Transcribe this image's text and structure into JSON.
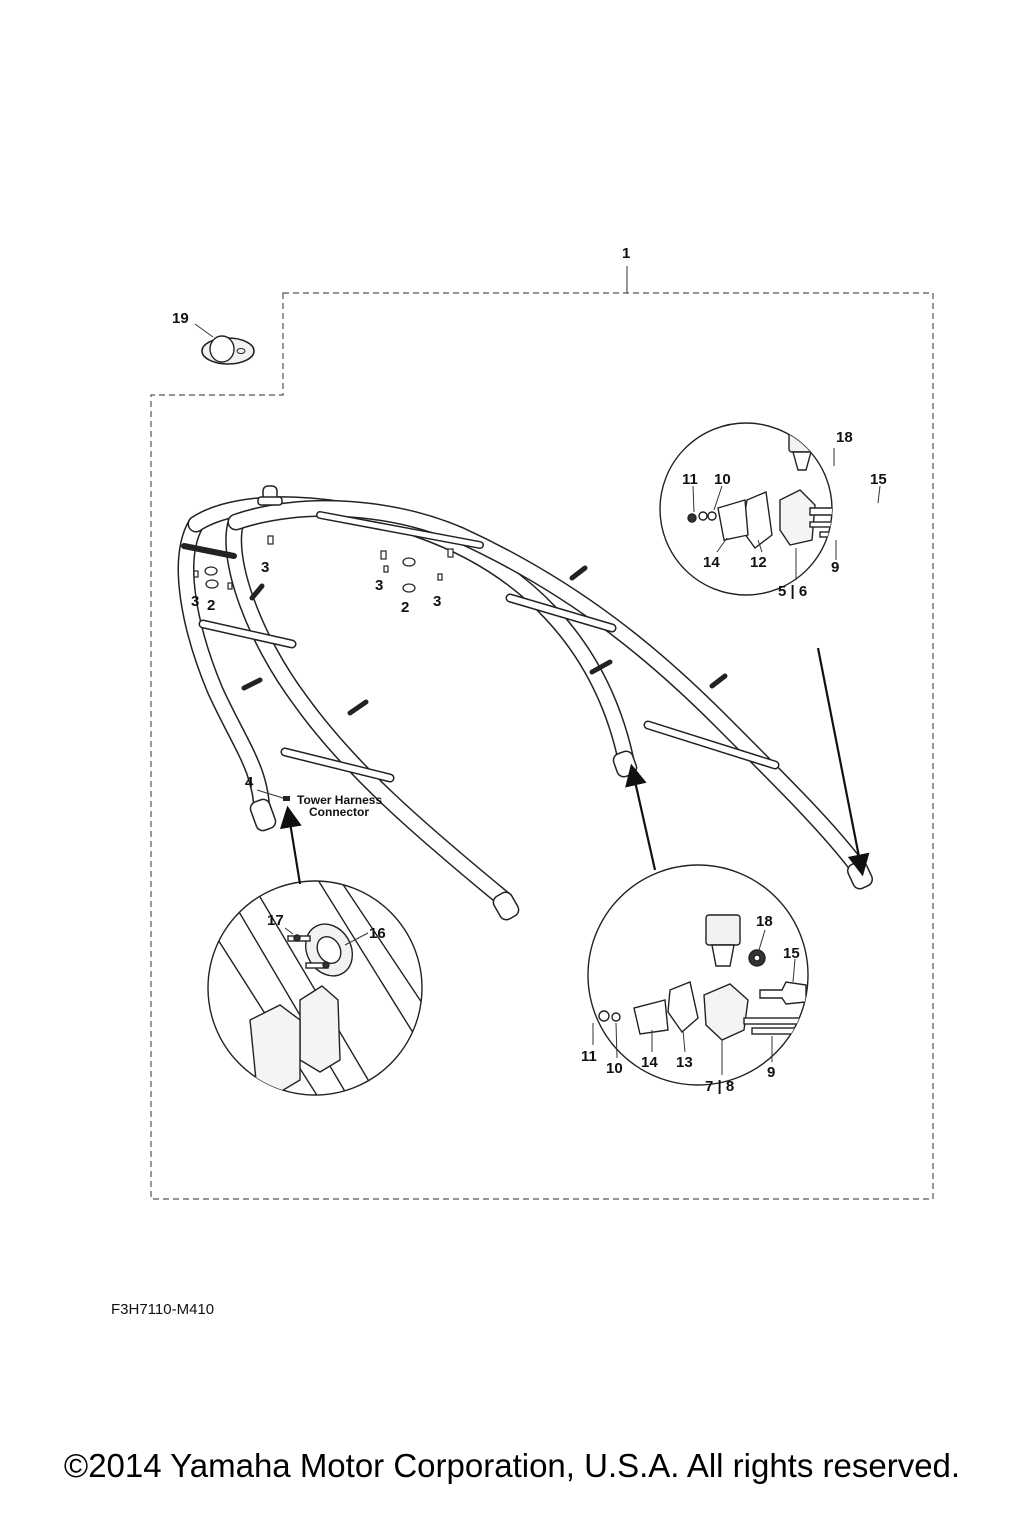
{
  "callouts": {
    "c1": "1",
    "c19": "19",
    "c3a": "3",
    "c3b": "3",
    "c2a": "2",
    "c3c": "3",
    "c2b": "2",
    "c3d": "3",
    "c4": "4",
    "c18a": "18",
    "c11a": "11",
    "c10a": "10",
    "c15a": "15",
    "c14a": "14",
    "c12": "12",
    "c9a": "9",
    "c56": "5 | 6",
    "c17": "17",
    "c16": "16",
    "c18b": "18",
    "c15b": "15",
    "c11b": "11",
    "c10b": "10",
    "c14b": "14",
    "c13": "13",
    "c78": "7 | 8",
    "c9b": "9"
  },
  "notes": {
    "harness_line1": "Tower Harness",
    "harness_line2": "Connector"
  },
  "figure_code": "F3H7110-M410",
  "copyright": "©2014 Yamaha Motor Corporation, U.S.A. All rights reserved."
}
